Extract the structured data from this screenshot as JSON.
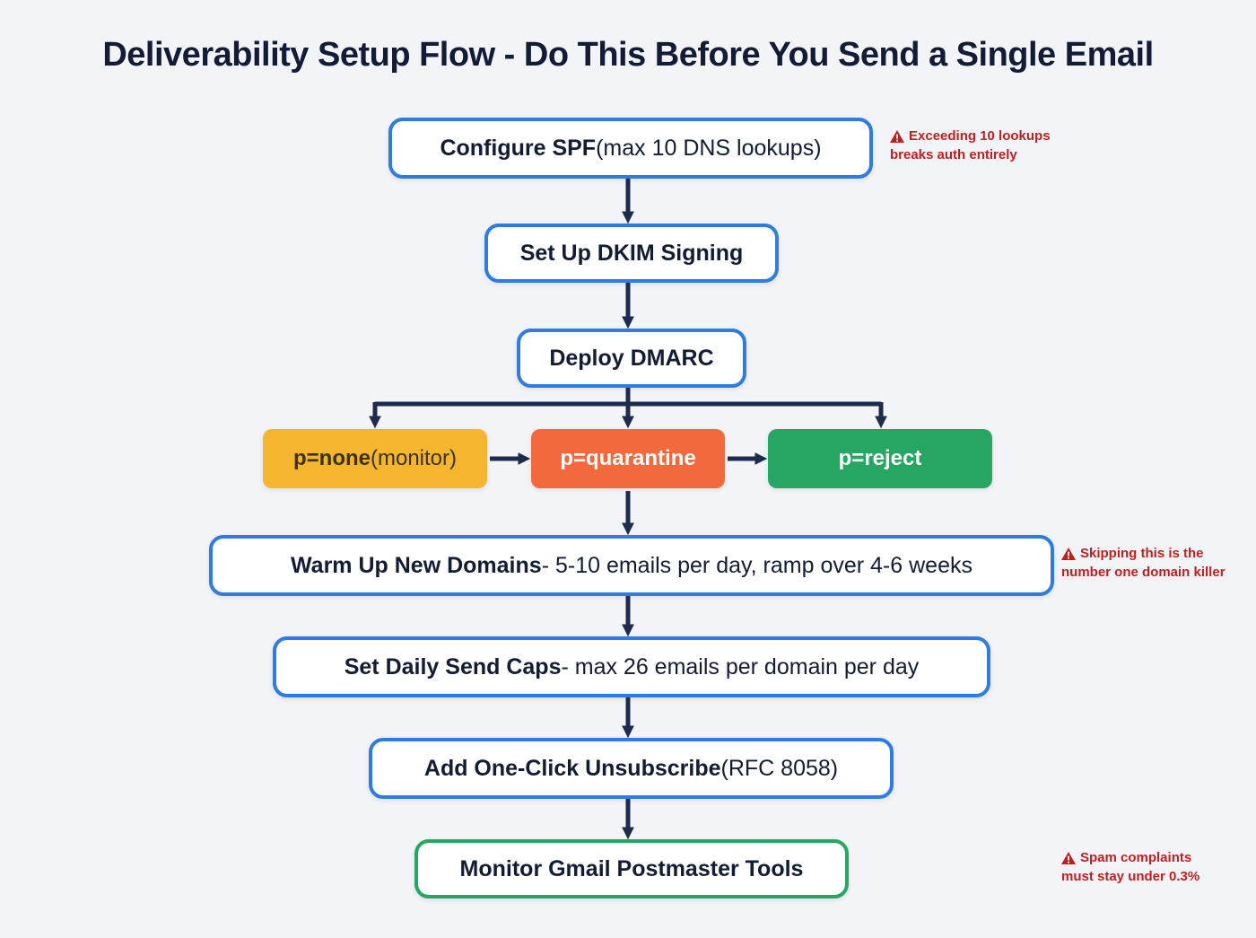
{
  "title": "Deliverability Setup Flow - Do This Before You Send a Single Email",
  "nodes": {
    "spf": {
      "bold": "Configure SPF",
      "rest": " (max 10 DNS lookups)"
    },
    "dkim": {
      "bold": "Set Up DKIM Signing",
      "rest": ""
    },
    "dmarc": {
      "bold": "Deploy DMARC",
      "rest": ""
    },
    "pnone": {
      "bold": "p=none",
      "rest": " (monitor)"
    },
    "pquarantine": {
      "bold": "p=quarantine",
      "rest": ""
    },
    "preject": {
      "bold": "p=reject",
      "rest": ""
    },
    "warmup": {
      "bold": "Warm Up New Domains",
      "rest": " - 5-10 emails per day, ramp over 4-6 weeks"
    },
    "caps": {
      "bold": "Set Daily Send Caps",
      "rest": " - max 26 emails per domain per day"
    },
    "unsubscribe": {
      "bold": "Add One-Click Unsubscribe",
      "rest": " (RFC 8058)"
    },
    "postmaster": {
      "bold": "Monitor Gmail Postmaster Tools",
      "rest": ""
    }
  },
  "warnings": {
    "spf": {
      "line1": "Exceeding 10 lookups",
      "line2": "breaks auth entirely"
    },
    "warmup": {
      "line1": "Skipping this is the",
      "line2": "number one domain killer"
    },
    "postmaster": {
      "line1": "Spam complaints",
      "line2": "must stay under 0.3%"
    }
  },
  "colors": {
    "bg": "#f3f4f7",
    "title": "#131c36",
    "blue": "#2e7ce0",
    "boxtext": "#121c33",
    "yellow": "#f5b52e",
    "ytext": "#3a3317",
    "orange": "#f3693e",
    "green": "#27a563",
    "arrow": "#1d2b4c",
    "red": "#c01f1f",
    "boxbg": "#ffffff"
  }
}
